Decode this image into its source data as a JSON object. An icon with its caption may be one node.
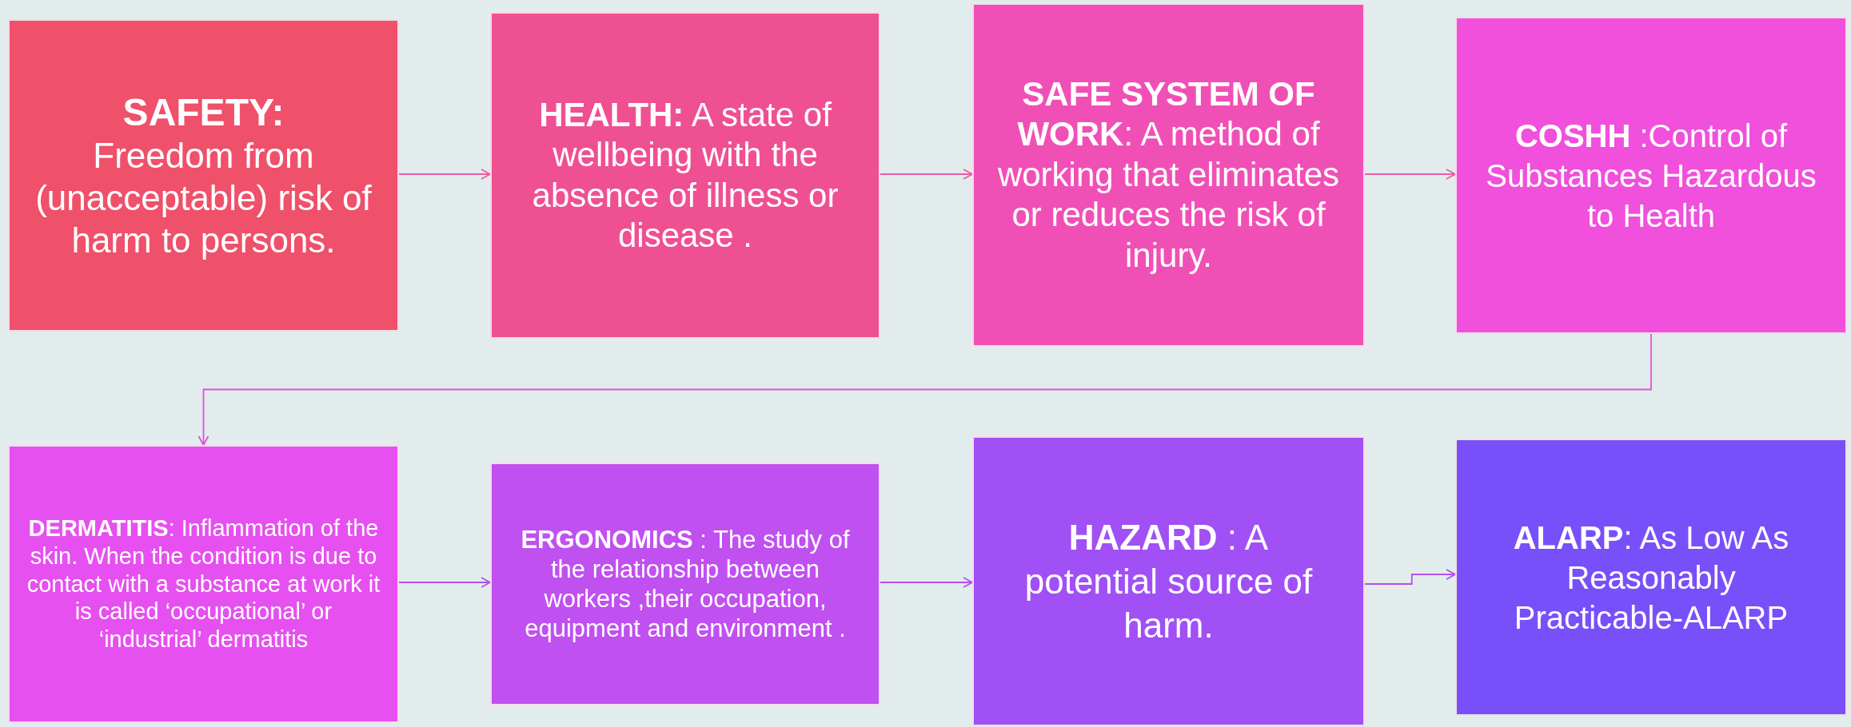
{
  "diagram": {
    "nodes": [
      {
        "text": [
          "SAFETY:",
          "Freedom from (unacceptable) risk of harm to persons."
        ]
      },
      {
        "text": [
          "**HEALTH:**  A state of wellbeing with the absence of illness or disease ."
        ]
      },
      {
        "text": [
          "**SAFE SYSTEM OF WORK**: A method of working that eliminates or reduces the risk of injury."
        ]
      },
      {
        "text": [
          "**COSHH** :Control of Substances Hazardous to Health"
        ]
      },
      {
        "text": [
          "**DERMATITIS**: Inflammation of the skin. When the condition is due to contact with a substance at work it is called ‘occupational’ or ‘industrial’ dermatitis"
        ]
      },
      {
        "text": [
          "**ERGONOMICS** : The study of the relationship between workers ,their occupation, equipment and environment ."
        ]
      },
      {
        "text": [
          "**HAZARD** : A potential source of harm."
        ]
      },
      {
        "text": [
          "**ALARP**: As Low As Reasonably Practicable-ALARP"
        ]
      }
    ],
    "edges": [
      {
        "from": 0,
        "to": 1,
        "arrow": "to"
      },
      {
        "from": 1,
        "to": 2,
        "arrow": "to"
      },
      {
        "from": 2,
        "to": 3,
        "arrow": "to"
      },
      {
        "from": 3,
        "to": 4,
        "arrow": "to",
        "color": "#e050e0"
      },
      {
        "from": 4,
        "to": 5,
        "arrow": "to",
        "color": "#b050f0"
      },
      {
        "from": 5,
        "to": 6,
        "arrow": "to",
        "color": "#b050f0"
      },
      {
        "from": 6,
        "to": 7,
        "arrow": "to",
        "color": "#b050f0"
      }
    ]
  }
}
